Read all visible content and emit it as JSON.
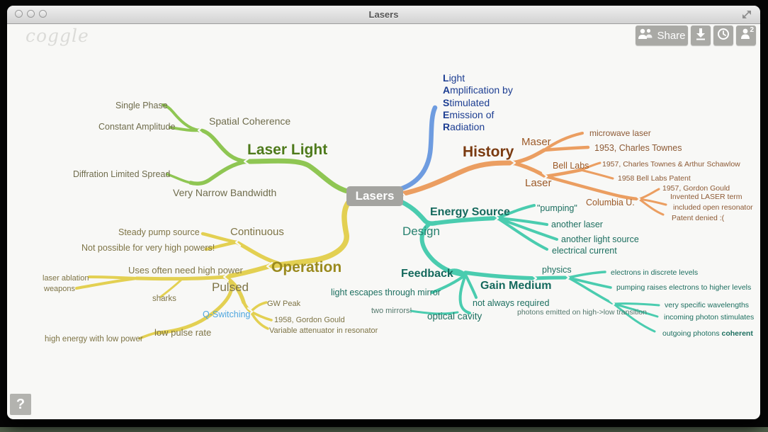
{
  "window": {
    "title": "Lasers"
  },
  "brand": {
    "logo": "coggle"
  },
  "toolbar": {
    "share_label": "Share",
    "collaborator_count": "2"
  },
  "help_button": {
    "label": "?"
  },
  "colors": {
    "branch_green": "#8fc653",
    "branch_yellow": "#e3d052",
    "branch_blue": "#6e9ce0",
    "branch_orange": "#eb9e61",
    "branch_teal": "#4accaf",
    "root_node": "#a4a4a0",
    "q_switching_text": "#4fa6de"
  },
  "mindmap": {
    "root": {
      "label": "Lasers"
    },
    "branches": [
      {
        "label": "Laser Light",
        "children": [
          {
            "label": "Spatial Coherence",
            "children": [
              {
                "label": "Single Phase"
              },
              {
                "label": "Constant Amplitude"
              }
            ]
          },
          {
            "label": "Very Narrow Bandwidth",
            "children": [
              {
                "label": "Diffration Limited Spread"
              }
            ]
          }
        ]
      },
      {
        "label": "Operation",
        "children": [
          {
            "label": "Continuous",
            "children": [
              {
                "label": "Steady pump source"
              },
              {
                "label": "Not possible for very high powers!"
              }
            ]
          },
          {
            "label": "Pulsed",
            "children": [
              {
                "label": "Uses often need high power",
                "children": [
                  {
                    "label": "laser ablation"
                  },
                  {
                    "label": "weapons"
                  },
                  {
                    "label": "sharks"
                  }
                ]
              },
              {
                "label": "Q-Switching",
                "children": [
                  {
                    "label": "GW Peak"
                  },
                  {
                    "label": "1958, Gordon Gould"
                  },
                  {
                    "label": "Variable attenuator in resonator"
                  }
                ]
              },
              {
                "label": "low pulse rate",
                "children": [
                  {
                    "label": "high energy with low power"
                  }
                ]
              }
            ]
          }
        ]
      },
      {
        "lines": [
          {
            "b": "L",
            "rest": "ight"
          },
          {
            "b": "A",
            "rest": "mplification by"
          },
          {
            "b": "S",
            "rest": "timulated"
          },
          {
            "b": "E",
            "rest": "mission of"
          },
          {
            "b": "R",
            "rest": "adiation"
          }
        ]
      },
      {
        "label": "History",
        "children": [
          {
            "label": "Maser",
            "children": [
              {
                "label": "microwave laser"
              },
              {
                "label": "1953, Charles Townes"
              }
            ]
          },
          {
            "label": "Laser",
            "children": [
              {
                "label": "Bell Labs",
                "children": [
                  {
                    "label": "1957, Charles Townes & Arthur Schawlow"
                  },
                  {
                    "label": "1958 Bell Labs Patent"
                  }
                ]
              },
              {
                "label": "Columbia U.",
                "children": [
                  {
                    "label": "1957, Gordon Gould",
                    "sublabel": "Invented LASER term"
                  },
                  {
                    "label": "included open resonator"
                  },
                  {
                    "label": "Patent denied :("
                  }
                ]
              }
            ]
          }
        ]
      },
      {
        "label": "Design",
        "children": [
          {
            "label": "Energy Source",
            "children": [
              {
                "label": "\"pumping\""
              },
              {
                "label": "another laser"
              },
              {
                "label": "another light source"
              },
              {
                "label": "electrical current"
              }
            ]
          },
          {
            "label": "Feedback",
            "children": [
              {
                "label": "light escapes through mirror"
              },
              {
                "label": "optical cavity",
                "children": [
                  {
                    "label": "two mirrors!"
                  }
                ]
              },
              {
                "label": "not always required"
              }
            ]
          },
          {
            "label": "Gain Medium",
            "children": [
              {
                "label": "physics",
                "children": [
                  {
                    "label": "electrons in discrete levels"
                  },
                  {
                    "label": "pumping raises electrons to higher levels"
                  },
                  {
                    "label": "photons emitted on high->low transition",
                    "children": [
                      {
                        "label": "very specific wavelengths"
                      },
                      {
                        "label": "incoming photon stimulates"
                      },
                      {
                        "label": "outgoing photons ",
                        "bold": "coherent"
                      }
                    ]
                  }
                ]
              }
            ]
          }
        ]
      }
    ]
  }
}
